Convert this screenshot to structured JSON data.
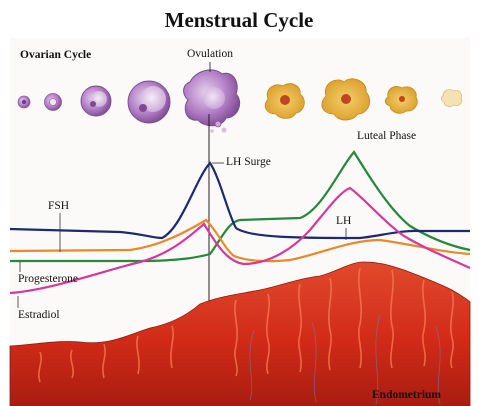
{
  "title": "Menstrual Cycle",
  "labels": {
    "ovarian_cycle": "Ovarian Cycle",
    "ovulation": "Ovulation",
    "luteal_phase": "Luteal Phase",
    "lh_surge": "LH Surge",
    "fsh": "FSH",
    "lh": "LH",
    "progesterone": "Progesterone",
    "estradiol": "Estradiol",
    "endometrium": "Endometrium"
  },
  "colors": {
    "fsh": "#1b2a72",
    "lh": "#d6389a",
    "progesterone": "#25883a",
    "estradiol": "#e8892a",
    "follicle": "#a873b8",
    "corpus_luteum": "#e9b440",
    "endometrium": "#d8321c"
  }
}
